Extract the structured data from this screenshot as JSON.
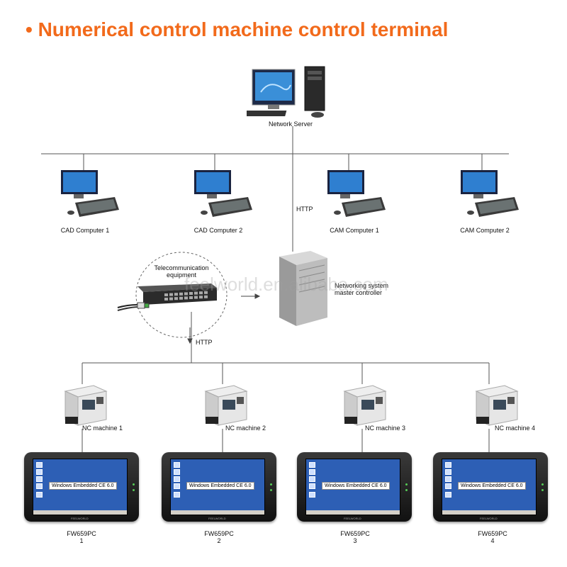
{
  "title": "• Numerical control machine control terminal",
  "server": {
    "label": "Network Server"
  },
  "protocol": {
    "top": "HTTP",
    "bottom": "HTTP"
  },
  "computers": [
    {
      "label": "CAD Computer 1"
    },
    {
      "label": "CAD Computer 2"
    },
    {
      "label": "CAM Computer 1"
    },
    {
      "label": "CAM Computer 2"
    }
  ],
  "telecom": {
    "label_line1": "Telecommunication",
    "label_line2": "equipment"
  },
  "controller": {
    "label_line1": "Networking system",
    "label_line2": "master controller"
  },
  "watermark": "feelworld.en.alibaba.com",
  "machines": [
    {
      "label": "NC machine 1"
    },
    {
      "label": "NC machine 2"
    },
    {
      "label": "NC machine 3"
    },
    {
      "label": "NC machine 4"
    }
  ],
  "terminals": [
    {
      "model": "FW659PC",
      "index": "1",
      "screen_text": "Windows Embedded CE 6.0",
      "brand": "FEELWORLD"
    },
    {
      "model": "FW659PC",
      "index": "2",
      "screen_text": "Windows Embedded CE 6.0",
      "brand": "FEELWORLD"
    },
    {
      "model": "FW659PC",
      "index": "3",
      "screen_text": "Windows Embedded CE 6.0",
      "brand": "FEELWORLD"
    },
    {
      "model": "FW659PC",
      "index": "4",
      "screen_text": "Windows Embedded CE 6.0",
      "brand": "FEELWORLD"
    }
  ],
  "colors": {
    "title": "#f26a1b",
    "line": "#555555",
    "screen": "#2d5fb5"
  }
}
